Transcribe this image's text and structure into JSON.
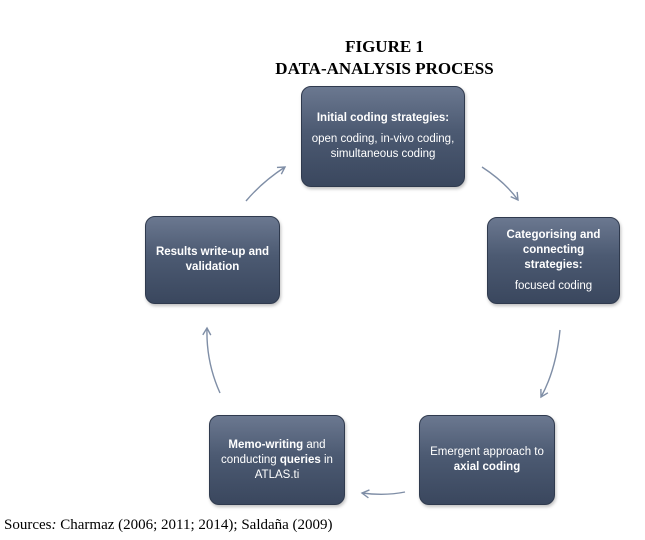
{
  "figure": {
    "title_line1": "FIGURE 1",
    "title_line2": "DATA-ANALYSIS PROCESS"
  },
  "nodes": {
    "initial": {
      "heading": "Initial coding strategies:",
      "detail": "open coding, in-vivo coding, simultaneous coding"
    },
    "categorising": {
      "heading": "Categorising and connecting strategies:",
      "detail": "focused coding"
    },
    "emergent": {
      "text_before": "Emergent approach to ",
      "text_bold": "axial coding"
    },
    "memo": {
      "bold1": "Memo-writing",
      "text1": " and conducting ",
      "bold2": "queries",
      "text2": " in ATLAS.ti"
    },
    "results": {
      "heading": "Results write-up and validation"
    }
  },
  "sources": {
    "label": "Sources",
    "colon": ":",
    "text": " Charmaz (2006; 2011; 2014); Saldaña (2009)"
  }
}
